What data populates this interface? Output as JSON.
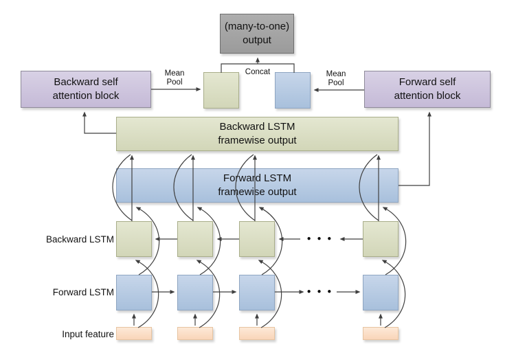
{
  "diagram": {
    "output_box": {
      "line1": "(many-to-one)",
      "line2": "output"
    },
    "concat_label": "Concat",
    "mean_pool_left": {
      "line1": "Mean",
      "line2": "Pool"
    },
    "mean_pool_right": {
      "line1": "Mean",
      "line2": "Pool"
    },
    "backward_attention_block": {
      "line1": "Backward self",
      "line2": "attention block"
    },
    "forward_attention_block": {
      "line1": "Forward self",
      "line2": "attention block"
    },
    "backward_framewise_bar": {
      "line1": "Backward LSTM",
      "line2": "framewise output"
    },
    "forward_framewise_bar": {
      "line1": "Forward LSTM",
      "line2": "framewise output"
    },
    "row_labels": {
      "backward_lstm": "Backward LSTM",
      "forward_lstm": "Forward LSTM",
      "input_feature": "Input feature"
    },
    "ellipsis": "● ● ●",
    "colors": {
      "output_gray": "#a3a3a3",
      "attention_purple": "#cdc3dc",
      "backward_green": "#dbe0c4",
      "forward_blue": "#b5cbe3",
      "input_orange": "#fbdec5",
      "arrow": "#3f3f3f"
    }
  }
}
